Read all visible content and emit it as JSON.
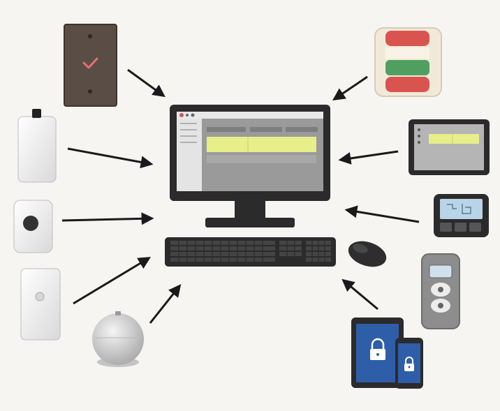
{
  "colors": {
    "background": "#f6f5f2",
    "arrow": "#1a1a1a",
    "monitor_frame": "#2b2b2b",
    "screen_bg": "#9a9a9a",
    "highlight_row": "#e8ee8a",
    "alert_red": "#d9534f",
    "alert_green": "#4fa060",
    "lock_blue": "#2f5ea8"
  },
  "devices": [
    {
      "name": "wall-checkmark-switch",
      "icon": "checkmark-icon"
    },
    {
      "name": "pendant-transmitter",
      "icon": "pendant-icon"
    },
    {
      "name": "doorbell-push-button",
      "icon": "push-button-icon"
    },
    {
      "name": "door-contact-sensor",
      "icon": "door-sensor-icon"
    },
    {
      "name": "dome-bell-chime",
      "icon": "bell-icon"
    },
    {
      "name": "red-green-signal-light",
      "icon": "signal-light-icon"
    },
    {
      "name": "tablet-dashboard",
      "icon": "tablet-icon"
    },
    {
      "name": "pager-display",
      "icon": "pager-icon"
    },
    {
      "name": "key-fob-remote",
      "icon": "key-fob-icon"
    },
    {
      "name": "mobile-lock-devices",
      "icon": "lock-icon"
    }
  ],
  "hub": {
    "name": "desktop-computer",
    "icon": "monitor-icon"
  }
}
